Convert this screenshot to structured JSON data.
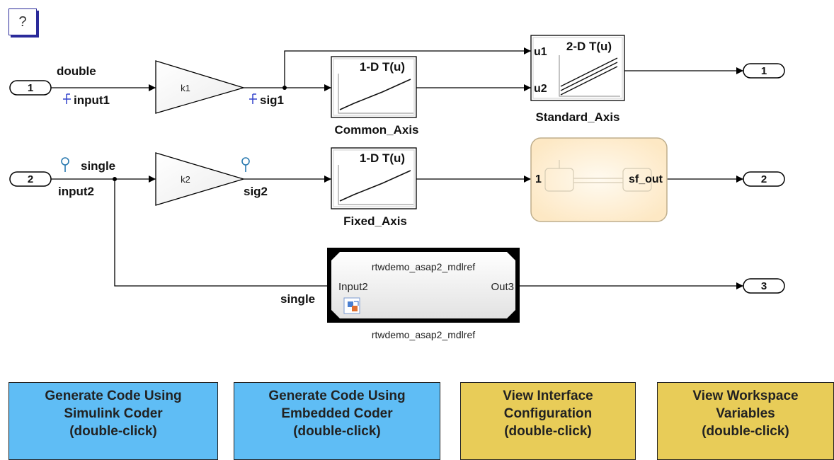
{
  "help_button": {
    "label": "?"
  },
  "inports": [
    {
      "number": "1"
    },
    {
      "number": "2"
    }
  ],
  "outports": [
    {
      "number": "1"
    },
    {
      "number": "2"
    },
    {
      "number": "3"
    }
  ],
  "signals": {
    "input1": {
      "type": "double",
      "name": "input1"
    },
    "sig1": {
      "name": "sig1"
    },
    "input2": {
      "type": "single",
      "name": "input2"
    },
    "sig2": {
      "name": "sig2"
    },
    "model_input_type": "single"
  },
  "gains": [
    {
      "param": "k1"
    },
    {
      "param": "k2"
    }
  ],
  "lookup_tables": {
    "common_axis": {
      "title": "1-D T(u)",
      "name": "Common_Axis"
    },
    "fixed_axis": {
      "title": "1-D T(u)",
      "name": "Fixed_Axis"
    },
    "standard_axis": {
      "title": "2-D T(u)",
      "name": "Standard_Axis",
      "port_u1": "u1",
      "port_u2": "u2"
    }
  },
  "chart": {
    "in_port": "1",
    "out_port": "sf_out",
    "accent_color": "#fdebc6"
  },
  "model_ref": {
    "header": "rtwdemo_asap2_mdlref",
    "in_port": "Input2",
    "out_port": "Out3",
    "caption": "rtwdemo_asap2_mdlref"
  },
  "buttons": [
    {
      "label": "Generate Code Using\nSimulink Coder\n(double-click)",
      "color": "#5fbdf5"
    },
    {
      "label": "Generate Code Using\nEmbedded Coder\n(double-click)",
      "color": "#5fbdf5"
    },
    {
      "label": "View Interface\nConfiguration\n(double-click)",
      "color": "#e8cc58"
    },
    {
      "label": "View Workspace\nVariables\n(double-click)",
      "color": "#e8cc58"
    }
  ]
}
